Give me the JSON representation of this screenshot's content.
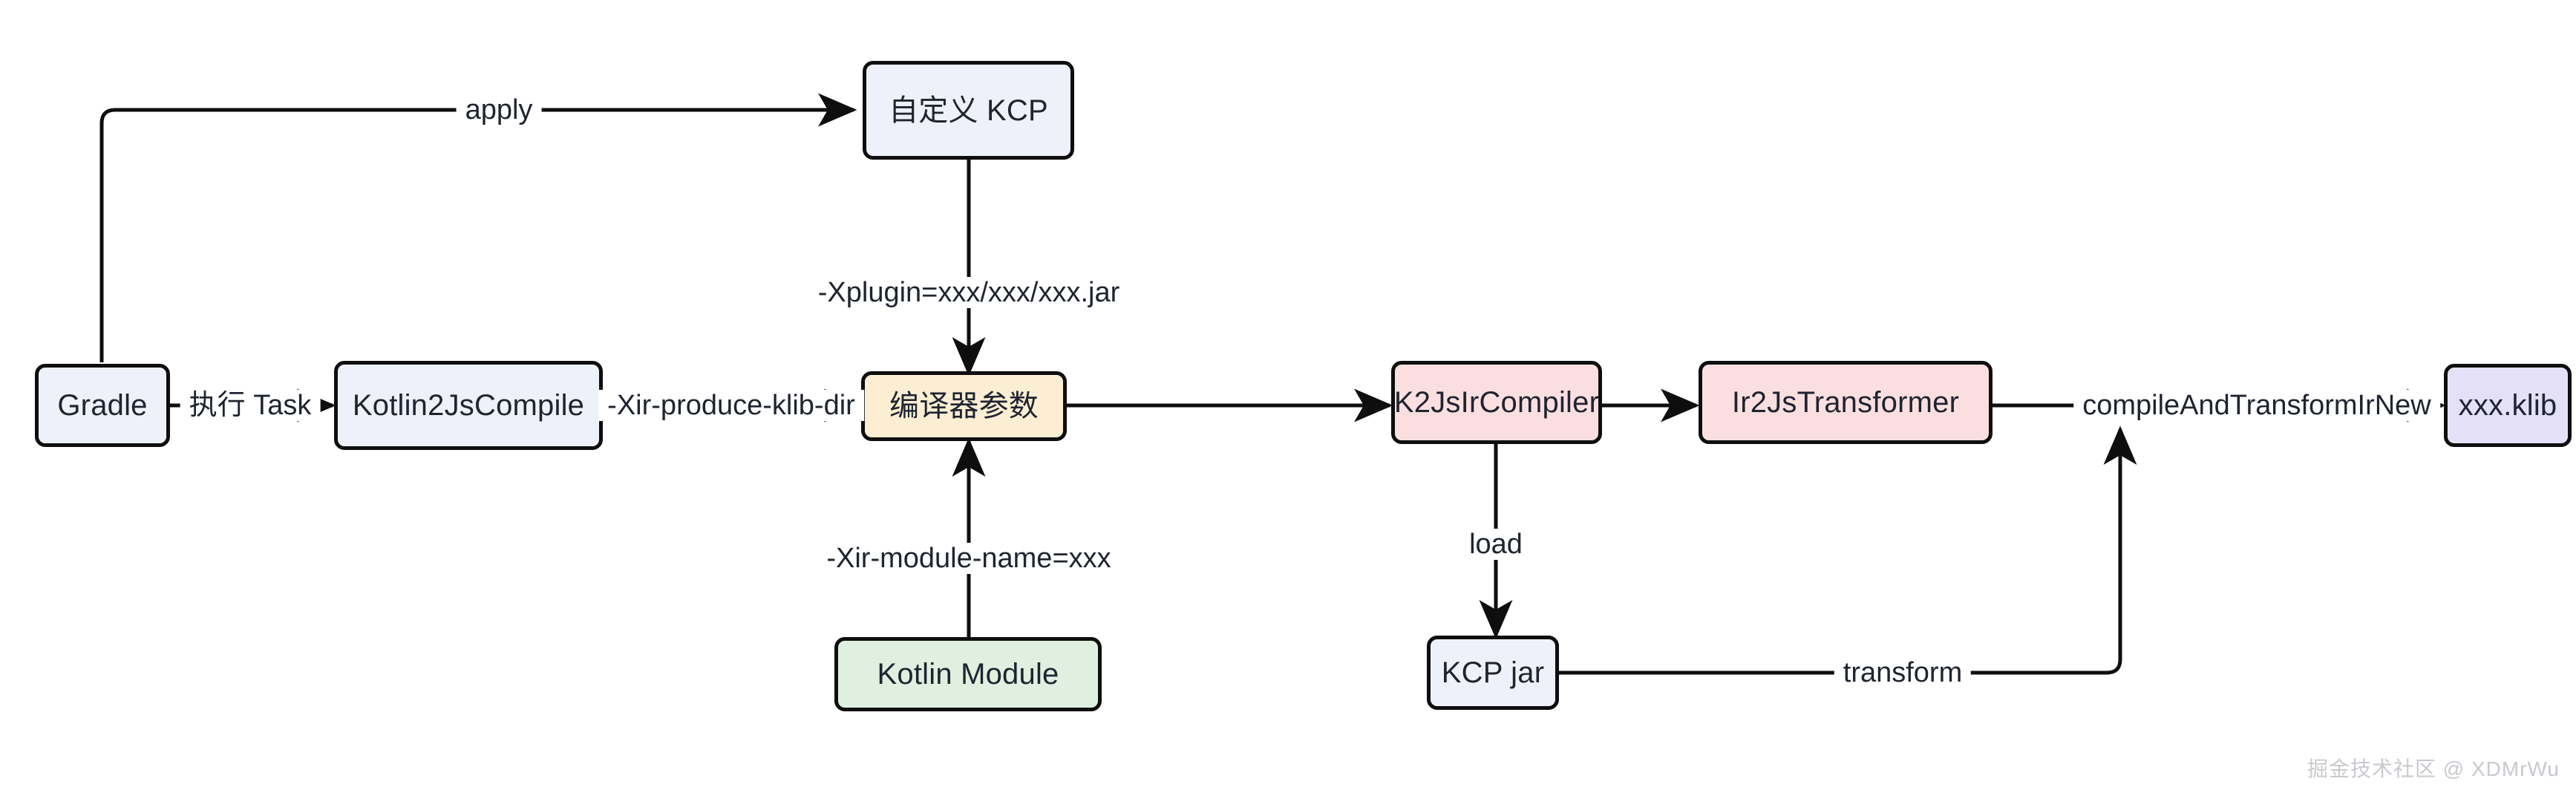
{
  "diagram": {
    "title": "Kotlin Compiler Plugin (KCP) build pipeline",
    "background_color": "#ffffff",
    "stroke_color": "#0e0e0e",
    "text_color": "#1f2430",
    "nodes": [
      {
        "id": "gradle",
        "label": "Gradle",
        "style": "default",
        "fill": "#eef1f9"
      },
      {
        "id": "kotlin2jscompile",
        "label": "Kotlin2JsCompile",
        "style": "default",
        "fill": "#eef1f9"
      },
      {
        "id": "custom-kcp",
        "label": "自定义 KCP",
        "style": "default",
        "fill": "#eef1f9"
      },
      {
        "id": "compiler-args",
        "label": "编译器参数",
        "style": "yellow",
        "fill": "#fbeed3"
      },
      {
        "id": "kotlin-module",
        "label": "Kotlin Module",
        "style": "green",
        "fill": "#dff0e0"
      },
      {
        "id": "k2jsircompiler",
        "label": "K2JsIrCompiler",
        "style": "pink",
        "fill": "#fbdfe0"
      },
      {
        "id": "ir2jstransformer",
        "label": "Ir2JsTransformer",
        "style": "pink",
        "fill": "#fbdfe0"
      },
      {
        "id": "kcp-jar",
        "label": "KCP jar",
        "style": "default",
        "fill": "#eef1f9"
      },
      {
        "id": "xxx-klib",
        "label": "xxx.klib",
        "style": "purple",
        "fill": "#e4e0f7"
      }
    ],
    "edges": [
      {
        "id": "gradle-to-custom-kcp",
        "from": "gradle",
        "to": "custom-kcp",
        "label": "apply"
      },
      {
        "id": "gradle-to-kotlin2jscompile",
        "from": "gradle",
        "to": "kotlin2jscompile",
        "label": "执行 Task"
      },
      {
        "id": "kotlin2jscompile-to-args",
        "from": "kotlin2jscompile",
        "to": "compiler-args",
        "label": "-Xir-produce-klib-dir"
      },
      {
        "id": "custom-kcp-to-args",
        "from": "custom-kcp",
        "to": "compiler-args",
        "label": "-Xplugin=xxx/xxx/xxx.jar"
      },
      {
        "id": "kotlin-module-to-args",
        "from": "kotlin-module",
        "to": "compiler-args",
        "label": "-Xir-module-name=xxx"
      },
      {
        "id": "args-to-k2jsircompiler",
        "from": "compiler-args",
        "to": "k2jsircompiler",
        "label": ""
      },
      {
        "id": "k2jsircompiler-to-ir2js",
        "from": "k2jsircompiler",
        "to": "ir2jstransformer",
        "label": ""
      },
      {
        "id": "k2jsircompiler-to-kcp-jar",
        "from": "k2jsircompiler",
        "to": "kcp-jar",
        "label": "load"
      },
      {
        "id": "ir2js-to-klib",
        "from": "ir2jstransformer",
        "to": "xxx-klib",
        "label": "compileAndTransformIrNew"
      },
      {
        "id": "kcp-jar-to-ir2js-edge",
        "from": "kcp-jar",
        "to": "ir2js-to-klib",
        "label": "transform"
      }
    ]
  },
  "watermark": {
    "text": "掘金技术社区 @ XDMrWu"
  }
}
